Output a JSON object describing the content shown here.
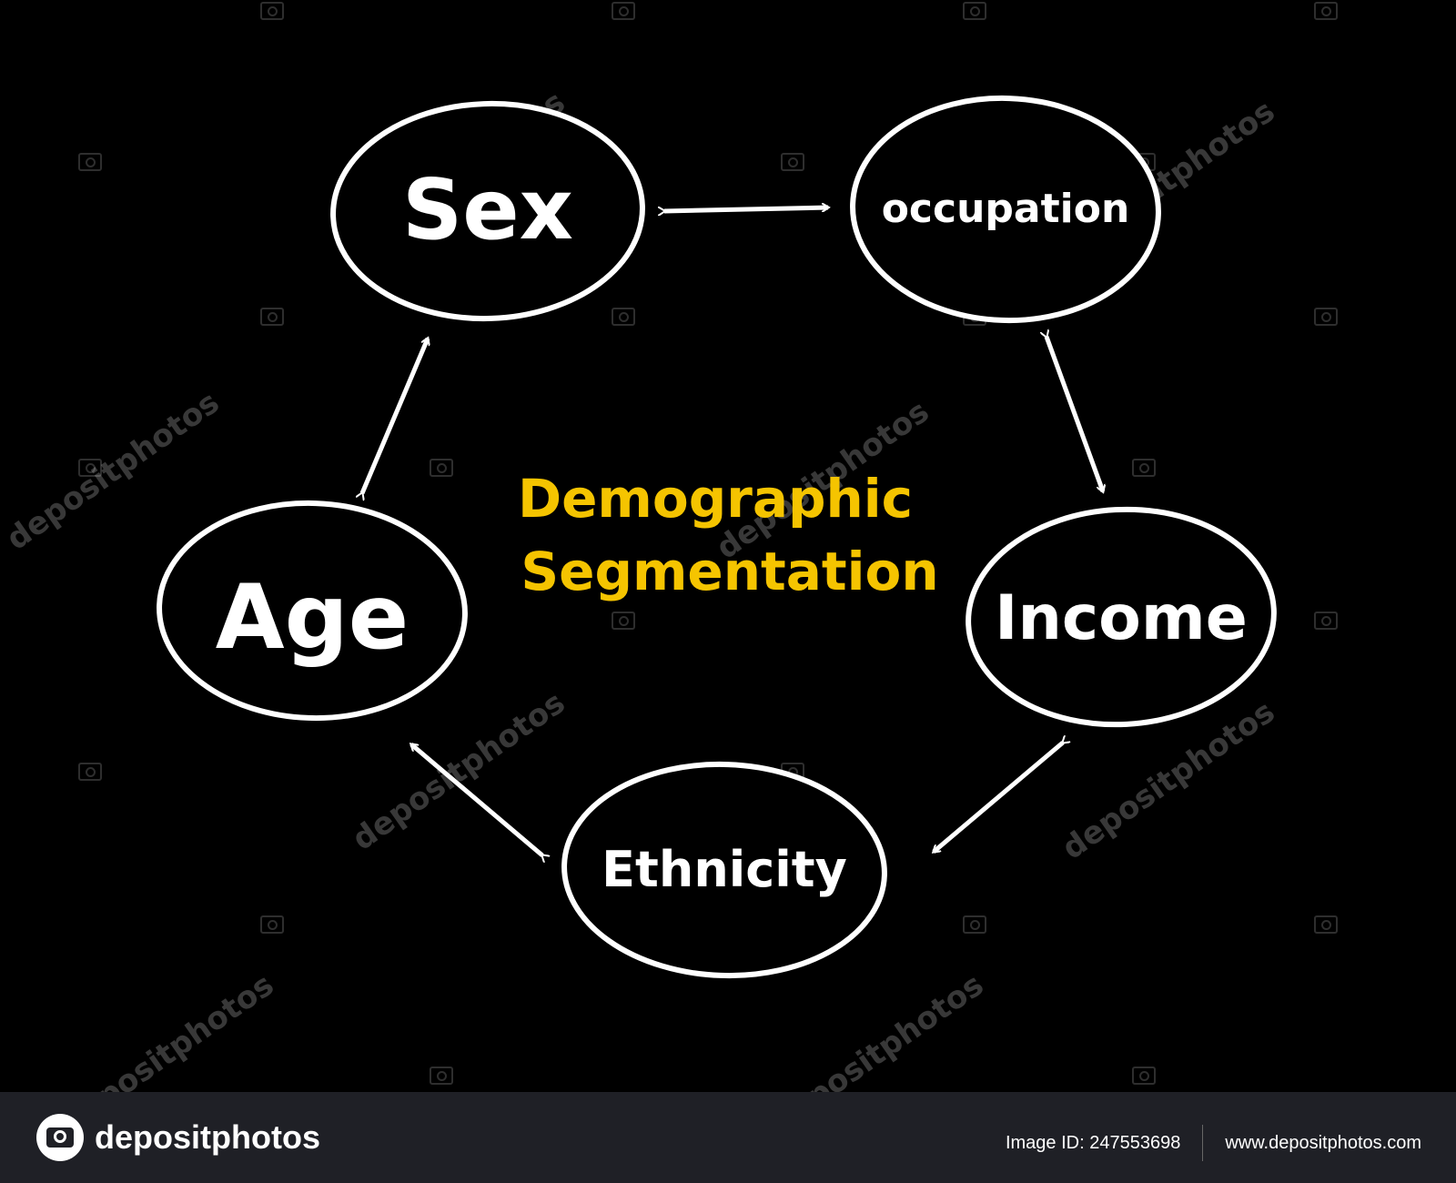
{
  "diagram": {
    "center": {
      "line1": "Demographic",
      "line2": "Segmentation",
      "color": "#f5c400"
    },
    "nodes": [
      {
        "id": "sex",
        "label": "Sex"
      },
      {
        "id": "occupation",
        "label": "occupation"
      },
      {
        "id": "income",
        "label": "Income"
      },
      {
        "id": "ethnicity",
        "label": "Ethnicity"
      },
      {
        "id": "age",
        "label": "Age"
      }
    ],
    "edges": [
      {
        "from": "sex",
        "to": "occupation"
      },
      {
        "from": "occupation",
        "to": "income"
      },
      {
        "from": "income",
        "to": "ethnicity"
      },
      {
        "from": "ethnicity",
        "to": "age"
      },
      {
        "from": "age",
        "to": "sex"
      }
    ],
    "line_color": "#ffffff",
    "background": "#000000"
  },
  "watermark": {
    "text": "depositphotos"
  },
  "footer": {
    "brand": "depositphotos",
    "image_id": "Image ID: 247553698",
    "site": "www.depositphotos.com"
  }
}
